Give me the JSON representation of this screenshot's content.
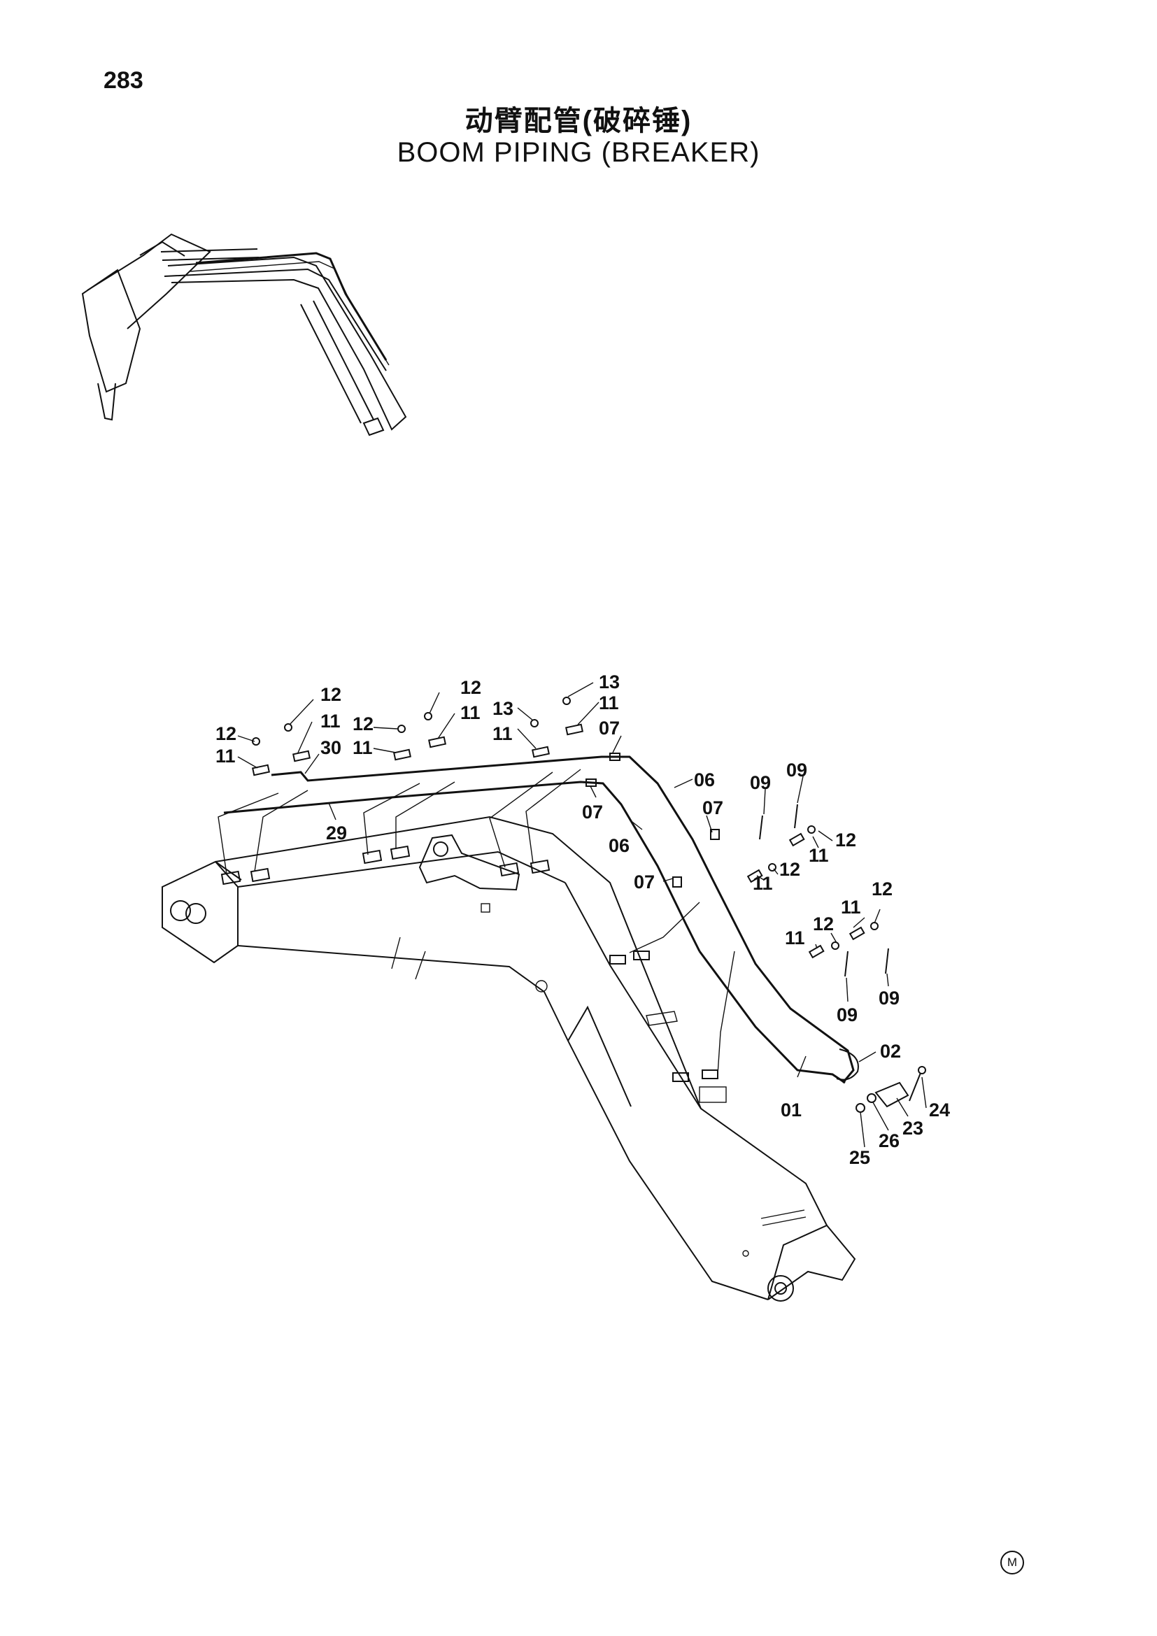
{
  "page": {
    "number": "283"
  },
  "title": {
    "cn": "动臂配管(破碎锤)",
    "en": "BOOM PIPING (BREAKER)"
  },
  "callouts": [
    {
      "id": "c1",
      "text": "12"
    },
    {
      "id": "c2",
      "text": "11"
    },
    {
      "id": "c3",
      "text": "12"
    },
    {
      "id": "c4",
      "text": "11"
    },
    {
      "id": "c5",
      "text": "30"
    },
    {
      "id": "c6",
      "text": "12"
    },
    {
      "id": "c7",
      "text": "11"
    },
    {
      "id": "c8",
      "text": "12"
    },
    {
      "id": "c9",
      "text": "11"
    },
    {
      "id": "c10",
      "text": "13"
    },
    {
      "id": "c11",
      "text": "11"
    },
    {
      "id": "c12",
      "text": "13"
    },
    {
      "id": "c13",
      "text": "11"
    },
    {
      "id": "c14",
      "text": "07"
    },
    {
      "id": "c15",
      "text": "29"
    },
    {
      "id": "c16",
      "text": "07"
    },
    {
      "id": "c17",
      "text": "06"
    },
    {
      "id": "c18",
      "text": "06"
    },
    {
      "id": "c19",
      "text": "07"
    },
    {
      "id": "c20",
      "text": "07"
    },
    {
      "id": "c21",
      "text": "09"
    },
    {
      "id": "c22",
      "text": "09"
    },
    {
      "id": "c23",
      "text": "11"
    },
    {
      "id": "c24",
      "text": "12"
    },
    {
      "id": "c25",
      "text": "12"
    },
    {
      "id": "c26",
      "text": "11"
    },
    {
      "id": "c27",
      "text": "12"
    },
    {
      "id": "c28",
      "text": "11"
    },
    {
      "id": "c29",
      "text": "12"
    },
    {
      "id": "c30",
      "text": "11"
    },
    {
      "id": "c31",
      "text": "09"
    },
    {
      "id": "c32",
      "text": "09"
    },
    {
      "id": "c33",
      "text": "02"
    },
    {
      "id": "c34",
      "text": "01"
    },
    {
      "id": "c35",
      "text": "24"
    },
    {
      "id": "c36",
      "text": "23"
    },
    {
      "id": "c37",
      "text": "26"
    },
    {
      "id": "c38",
      "text": "25"
    }
  ],
  "mark": "M"
}
